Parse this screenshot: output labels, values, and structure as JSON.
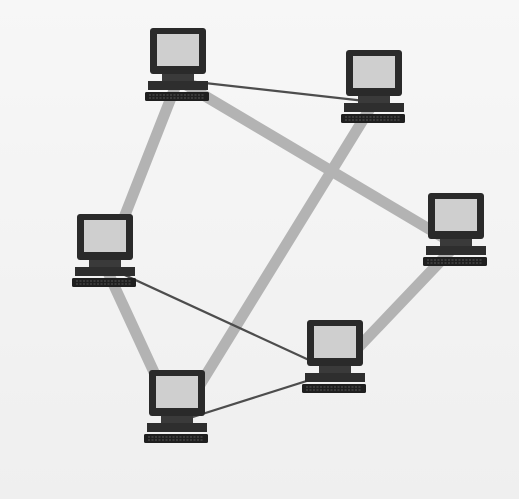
{
  "diagram": {
    "type": "network-topology",
    "nodes": [
      {
        "id": "n1",
        "icon": "computer-icon"
      },
      {
        "id": "n2",
        "icon": "computer-icon"
      },
      {
        "id": "n3",
        "icon": "computer-icon"
      },
      {
        "id": "n4",
        "icon": "computer-icon"
      },
      {
        "id": "n5",
        "icon": "computer-icon"
      },
      {
        "id": "n6",
        "icon": "computer-icon"
      }
    ],
    "links": [
      {
        "from": "n1",
        "to": "n2",
        "style": "thin"
      },
      {
        "from": "n1",
        "to": "n4",
        "style": "thick"
      },
      {
        "from": "n1",
        "to": "n3",
        "style": "thick"
      },
      {
        "from": "n2",
        "to": "n5",
        "style": "thick"
      },
      {
        "from": "n3",
        "to": "n6",
        "style": "thick"
      },
      {
        "from": "n4",
        "to": "n5",
        "style": "thick"
      },
      {
        "from": "n4",
        "to": "n6",
        "style": "thin"
      },
      {
        "from": "n5",
        "to": "n6",
        "style": "thin"
      }
    ]
  },
  "colors": {
    "background": "#f3f3f3",
    "thick_link": "#b3b3b3",
    "thin_link": "#4d4d4d",
    "screen": "#cfcfcf",
    "monitor": "#2a2a2a",
    "keyboard": "#1f1f1f"
  }
}
